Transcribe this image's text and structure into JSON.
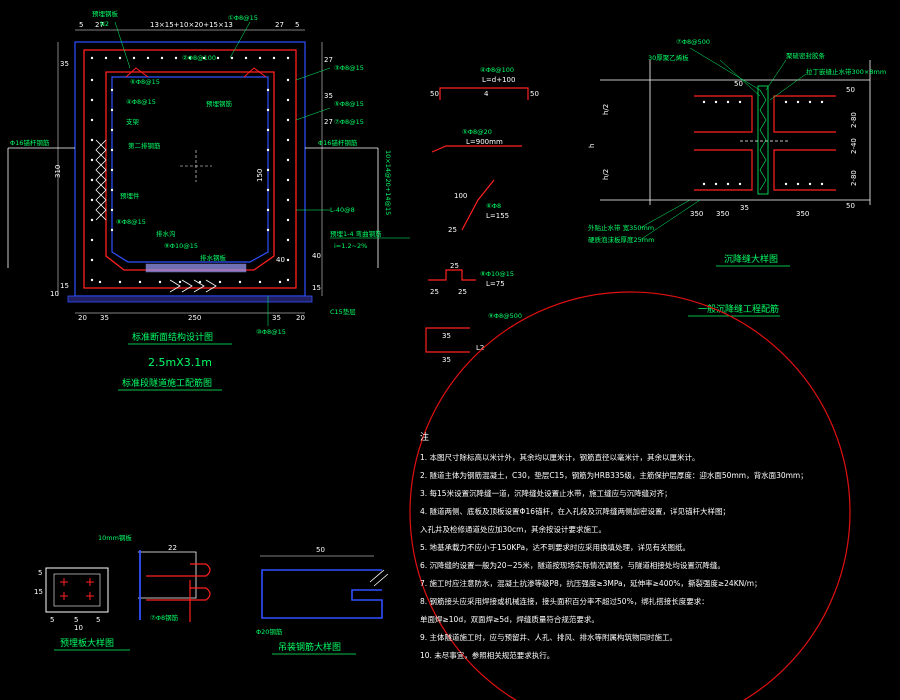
{
  "colors": {
    "background": "#000000",
    "rebar": "#ff2020",
    "outline": "#3050ff",
    "dim": "#ffffff",
    "label": "#00ff66",
    "leader": "#00ff66",
    "circle": "#e01010",
    "hatch": "#a0a0ff"
  },
  "main_section": {
    "title": "标准断面结构设计图",
    "size": "2.5mX3.1m",
    "subtitle": "标准段隧道施工配筋图",
    "top_dims": [
      "5",
      "27",
      "13×15+10×20+15×13",
      "27",
      "5"
    ],
    "bottom_dims": [
      "20",
      "35",
      "250",
      "35",
      "20"
    ],
    "left_dim": "310",
    "left_small": [
      "35",
      "15",
      "10"
    ],
    "right_dims": [
      "27",
      "35",
      "27",
      "40",
      "15"
    ],
    "labels": {
      "top1": "预埋钢板",
      "top2": "N2",
      "n1": "①Φ8@15",
      "n2": "②Φ8@100",
      "n3": "③Φ8@15",
      "n4": "④Φ8@15",
      "n5": "⑤Φ8@15",
      "n6": "⑥Φ8@15",
      "n7": "⑦Φ8@15",
      "n8": "⑧Φ8@15",
      "n9": "⑨Φ10@15",
      "n10": "⑩Φ8@15",
      "inner1": "支架",
      "inner2": "第二排钢筋",
      "inner3": "预埋件",
      "inner4": "预埋钢筋",
      "inner5": "排水钢板",
      "inner6": "排水沟",
      "left_bar": "Φ16锚杆钢筋",
      "right_bar": "Φ16锚杆钢筋",
      "right_vert": "10×14@20+14@15",
      "right_mid": "L-40@8",
      "right_low1": "预埋1-4 弯曲钢筋",
      "right_low2": "i=1.2~2%",
      "bot_right": "C15垫层",
      "dim150": "150",
      "dim40": "40"
    }
  },
  "rebar_details": {
    "d1_title": "④Φ8@100",
    "d1_dims": [
      "50",
      "L=d+100",
      "4",
      "50"
    ],
    "d2_title": "⑤Φ8@20",
    "d2_len": "L=900mm",
    "d3_title": "⑥Φ8",
    "d3_dims": [
      "100",
      "25",
      "L=155"
    ],
    "d4_title": "⑧Φ10@15",
    "d4_dims": [
      "25",
      "25",
      "25",
      "L=75"
    ],
    "d5_title": "⑨Φ8@500",
    "d5_dims": [
      "35",
      "35",
      "L2"
    ]
  },
  "joint_detail": {
    "title": "沉降缝大样图",
    "subtitle": "一般沉降缝工程配筋",
    "labels": [
      "⑦Φ8@500",
      "30厚聚乙烯板",
      "聚硫密封胶条",
      "拉丁嵌缝止水带300×8mm",
      "外贴止水带 宽350mm",
      "硬质泡沫板厚度25mm"
    ],
    "dims": [
      "50",
      "h/2",
      "h/2",
      "h",
      "350",
      "350",
      "350",
      "50",
      "2-80",
      "2-40",
      "2-80",
      "50",
      "35"
    ]
  },
  "small_details": {
    "plate_title": "预埋板大样图",
    "plate_dims": [
      "5",
      "5",
      "5",
      "10",
      "5",
      "15"
    ],
    "plate_labels": [
      "10mm钢板",
      "22",
      "⑦Φ8钢筋"
    ],
    "hook_title": "吊装钢筋大样图",
    "hook_dims": [
      "50",
      "Φ20钢筋"
    ]
  },
  "notes": {
    "title": "注",
    "items": [
      "1. 本图尺寸除标高以米计外，其余均以厘米计，钢筋直径以毫米计，其余以厘米计。",
      "2. 隧道主体为钢筋混凝土，C30，垫层C15，钢筋为HRB335级，主筋保护层厚度：迎水面50mm，背水面30mm；",
      "3. 每15米设置沉降缝一道，沉降缝处设置止水带，施工缝应与沉降缝对齐；",
      "4. 隧道两侧、底板及顶板设置Φ16锚杆，在入孔段及沉降缝两侧加密设置，详见锚杆大样图；",
      "   入孔井及检修通道处应加30cm，其余按设计要求施工。",
      "5. 地基承载力不应小于150KPa，达不到要求时应采用换填处理，详见有关图纸。",
      "6. 沉降缝的设置一般为20~25米，隧道按现场实际情况调整，与隧道相接处均设置沉降缝。",
      "7. 施工时应注意防水，混凝土抗渗等级P8，抗压强度≥3MPa，延伸率≥400%，撕裂强度≥24KN/m；",
      "8. 钢筋接头应采用焊接或机械连接，接头面积百分率不超过50%，绑扎搭接长度要求：",
      "   单面焊≥10d，双面焊≥5d，焊缝质量符合规范要求。",
      "9. 主体隧道施工时，应与预留井、人孔、排风、排水等附属构筑物同时施工。",
      "10. 未尽事宜，参照相关规范要求执行。"
    ]
  }
}
